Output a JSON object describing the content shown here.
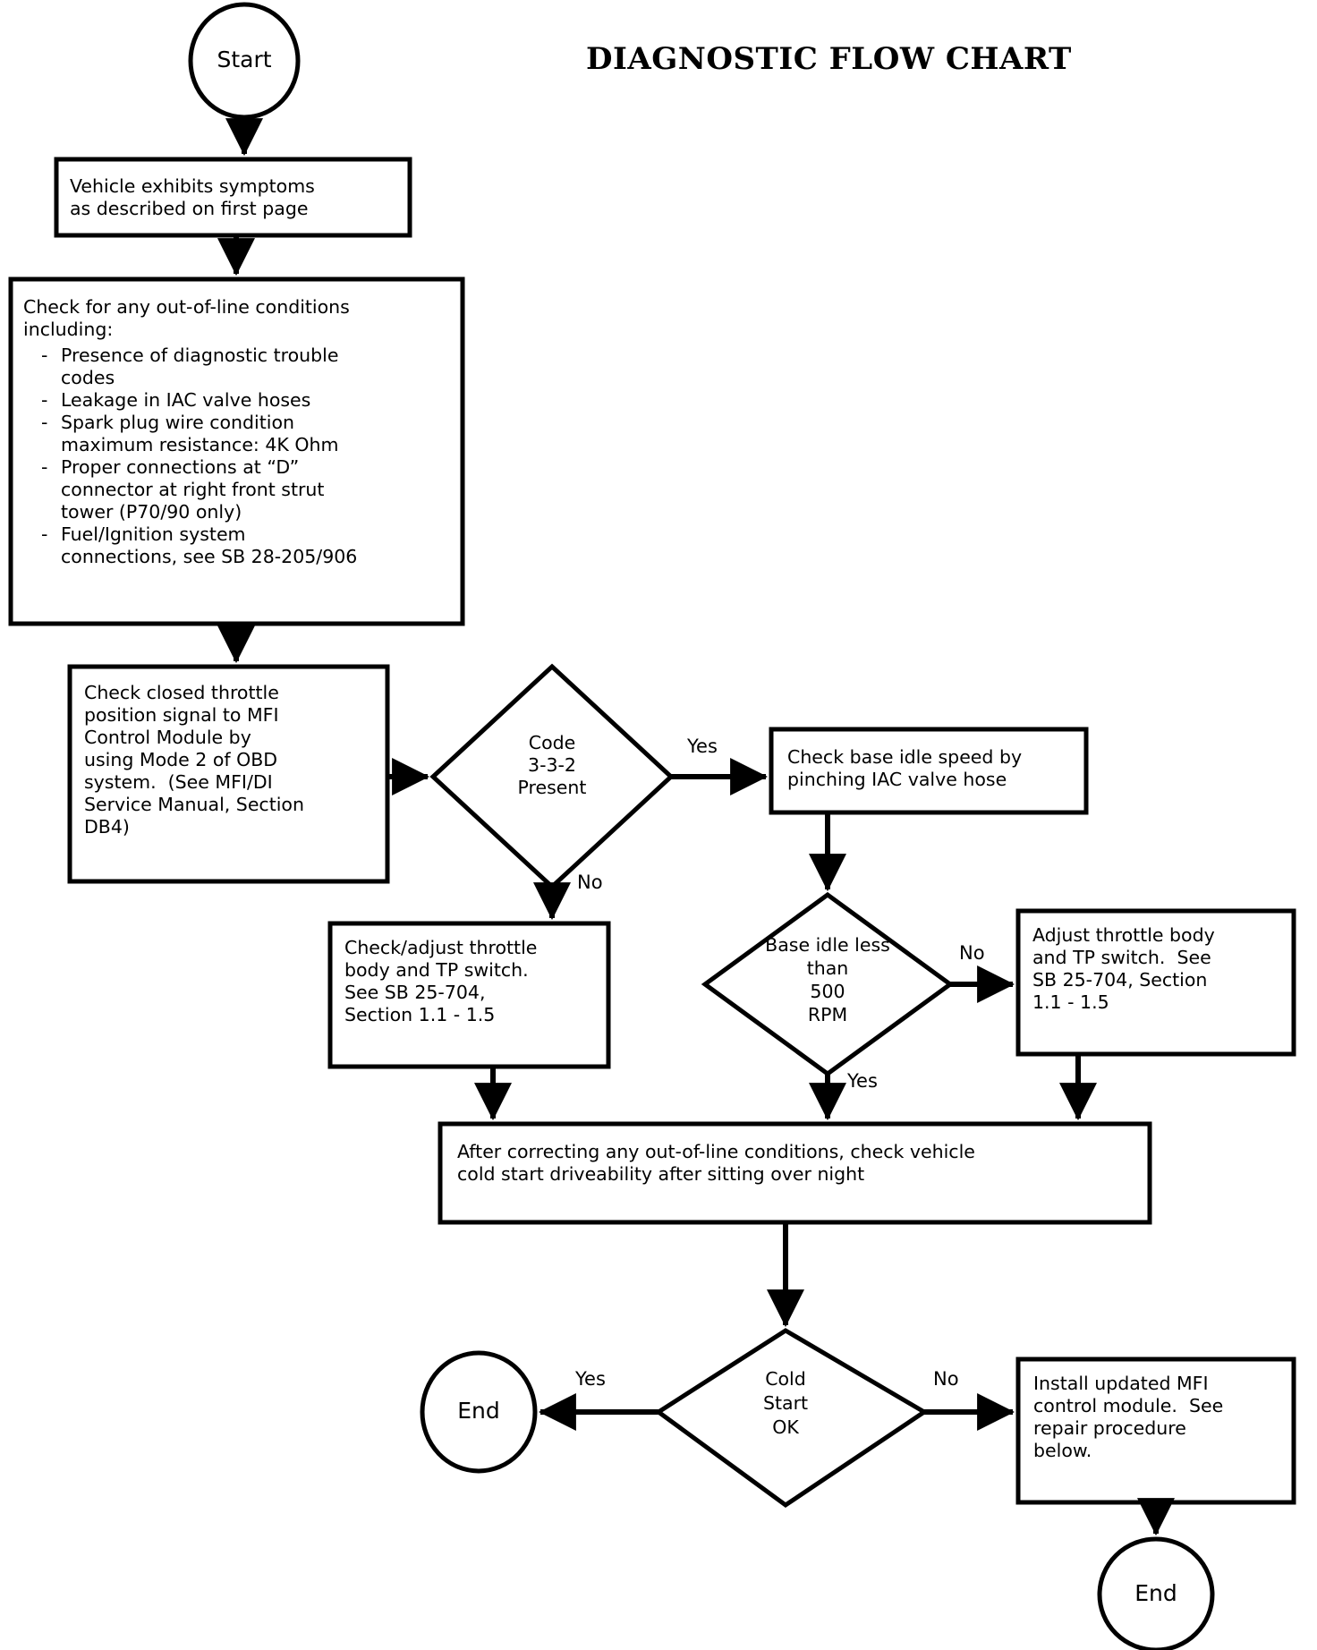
{
  "title": "DIAGNOSTIC FLOW CHART",
  "nodes": {
    "start": {
      "label": "Start",
      "shape": "terminal"
    },
    "symptoms": {
      "label": "Vehicle exhibits symptoms\nas described on first page",
      "shape": "process"
    },
    "out_of_line": {
      "heading": "Check for any out-of-line conditions\nincluding:",
      "bullet_marker": "-",
      "bullets": [
        "Presence of diagnostic trouble\ncodes",
        "Leakage in IAC valve hoses",
        "Spark plug wire condition\nmaximum resistance: 4K Ohm",
        "Proper connections at “D”\nconnector at right front strut\ntower (P70/90 only)",
        "Fuel/Ignition system\nconnections, see SB 28-205/906"
      ],
      "shape": "process"
    },
    "check_throttle_signal": {
      "label": "Check closed throttle\nposition signal to MFI\nControl Module by\nusing Mode 2 of OBD\nsystem.  (See MFI/DI\nService Manual, Section\nDB4)",
      "shape": "process"
    },
    "code_332": {
      "label": "Code\n3-3-2\nPresent",
      "shape": "decision"
    },
    "check_base_idle": {
      "label": "Check base idle speed by\npinching IAC valve hose",
      "shape": "process"
    },
    "check_adjust_tb": {
      "label": "Check/adjust throttle\nbody and TP switch.\nSee SB 25-704,\nSection 1.1 - 1.5",
      "shape": "process"
    },
    "base_idle_less": {
      "label": "Base idle less\nthan\n500\nRPM",
      "shape": "decision"
    },
    "adjust_tb": {
      "label": "Adjust throttle body\nand TP switch.  See\nSB 25-704, Section\n1.1 - 1.5",
      "shape": "process"
    },
    "after_correcting": {
      "label": "After correcting any out-of-line conditions, check vehicle\ncold start driveability after sitting over night",
      "shape": "process"
    },
    "cold_start_ok": {
      "label": "Cold\nStart\nOK",
      "shape": "decision"
    },
    "end_left": {
      "label": "End",
      "shape": "terminal"
    },
    "install_mfi": {
      "label": "Install updated MFI\ncontrol module.  See\nrepair procedure\nbelow.",
      "shape": "process"
    },
    "end_bottom": {
      "label": "End",
      "shape": "terminal"
    }
  },
  "edge_labels": {
    "code_yes": "Yes",
    "code_no": "No",
    "base_idle_no": "No",
    "base_idle_yes": "Yes",
    "cold_start_yes": "Yes",
    "cold_start_no": "No"
  },
  "colors": {
    "stroke": "#000000",
    "background": "#ffffff",
    "text": "#000000"
  }
}
